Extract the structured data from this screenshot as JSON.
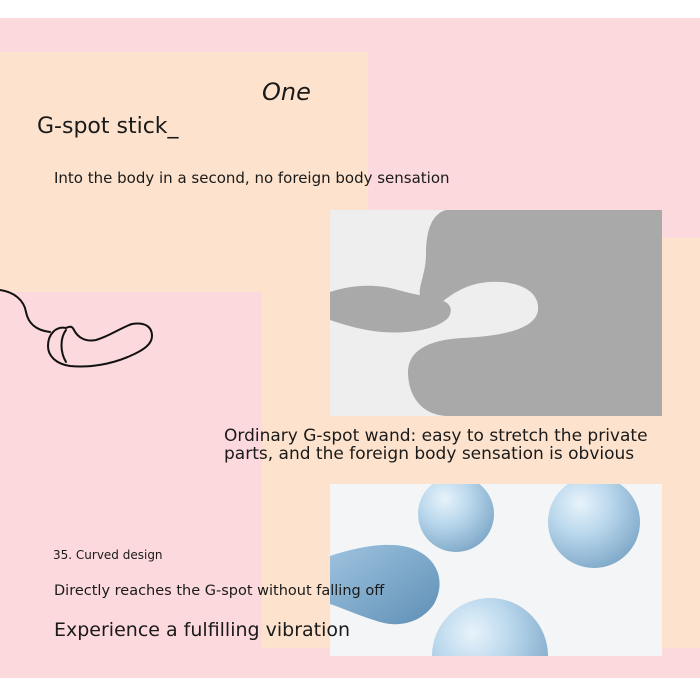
{
  "heading": {
    "number": "One",
    "title": "G-spot stick_",
    "subtitle": "Into the body in a second, no foreign body sensation"
  },
  "comparison": {
    "caption": "Ordinary G-spot wand: easy to stretch the private parts, and the foreign body sensation is obvious"
  },
  "features": {
    "curved_design": "35. Curved design",
    "reach": "Directly reaches the G-spot without falling off",
    "vibration": "Experience a fulfilling vibration"
  },
  "colors": {
    "pink": "#fcd9dd",
    "peach": "#fde3cd",
    "gray": "#a9a9aa",
    "sphere_blue": "#a9cce6"
  }
}
